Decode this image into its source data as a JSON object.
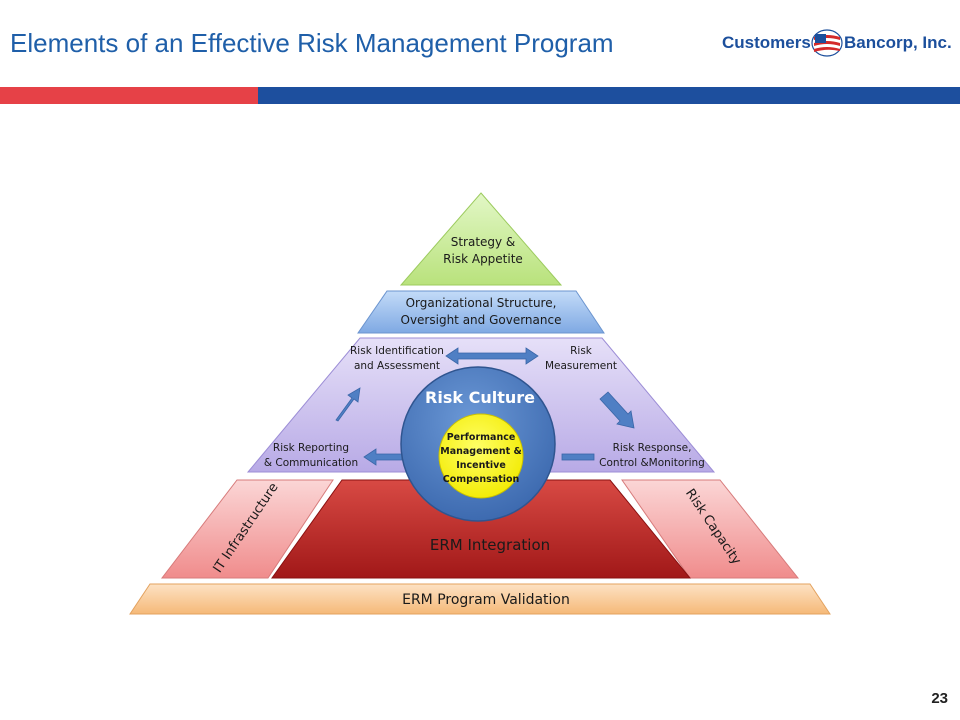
{
  "header": {
    "title": "Elements of an Effective Risk Management Program",
    "logo": {
      "word1": "Customers",
      "word2": "Bancorp, Inc."
    }
  },
  "colors": {
    "title_blue": "#1f5fa9",
    "band_red": "#e64147",
    "band_blue": "#1d4f9e",
    "apex_green": "#c9ec9a",
    "org_blue": "#8fb5e8",
    "middle_purple": "#cfc6ee",
    "culture_blue": "#4a7cc2",
    "core_yellow": "#ffff00",
    "erm_red": "#b52222",
    "side_pink": "#f4a7a7",
    "base_peach": "#f8c794"
  },
  "diagram": {
    "apex": [
      "Strategy &",
      "Risk Appetite"
    ],
    "org": [
      "Organizational Structure,",
      "Oversight and Governance"
    ],
    "risk_id": [
      "Risk Identification",
      "and Assessment"
    ],
    "risk_measure": [
      "Risk",
      "Measurement"
    ],
    "risk_report": [
      "Risk Reporting",
      "& Communication"
    ],
    "risk_response": [
      "Risk Response,",
      "Control &Monitoring"
    ],
    "culture_title": "Risk Culture",
    "core": [
      "Performance",
      "Management &",
      "Incentive",
      "Compensation"
    ],
    "erm_integration": "ERM Integration",
    "it_infra": "IT Infrastructure",
    "risk_capacity": "Risk Capacity",
    "validation": "ERM Program Validation"
  },
  "footer": {
    "page_number": "23"
  }
}
